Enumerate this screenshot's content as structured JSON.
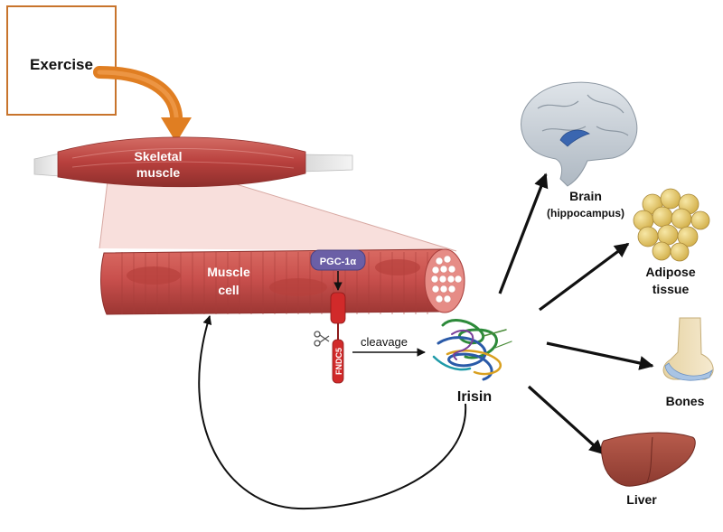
{
  "title": "",
  "labels": {
    "exercise": "Exercise",
    "skeletal_muscle": [
      "Skeletal",
      "muscle"
    ],
    "muscle_cell": [
      "Muscle",
      "cell"
    ],
    "pgc1a": "PGC-1α",
    "fndc5": "FNDC5",
    "cleavage": "cleavage",
    "irisin": "Irisin",
    "brain": "Brain",
    "hippocampus": "(hippocampus)",
    "adipose": [
      "Adipose",
      "tissue"
    ],
    "bones": "Bones",
    "liver": "Liver"
  },
  "colors": {
    "exercise_box_border": "#c8742c",
    "curved_arrow": "#e07e22",
    "muscle": "#c9504d",
    "muscle_dark": "#a83a38",
    "muscle_light": "#e08a86",
    "zoom_cone": "#f7dcd8",
    "pgc_badge": "#6b5fa6",
    "fndc5": "#d12a2a",
    "arrow": "#111111",
    "brain": "#c9d1d9",
    "hippocampus": "#3a66b0",
    "fat": "#e6cc6a",
    "bone": "#efe0b8",
    "cartilage": "#a9c4e4",
    "liver": "#a34a3e"
  }
}
